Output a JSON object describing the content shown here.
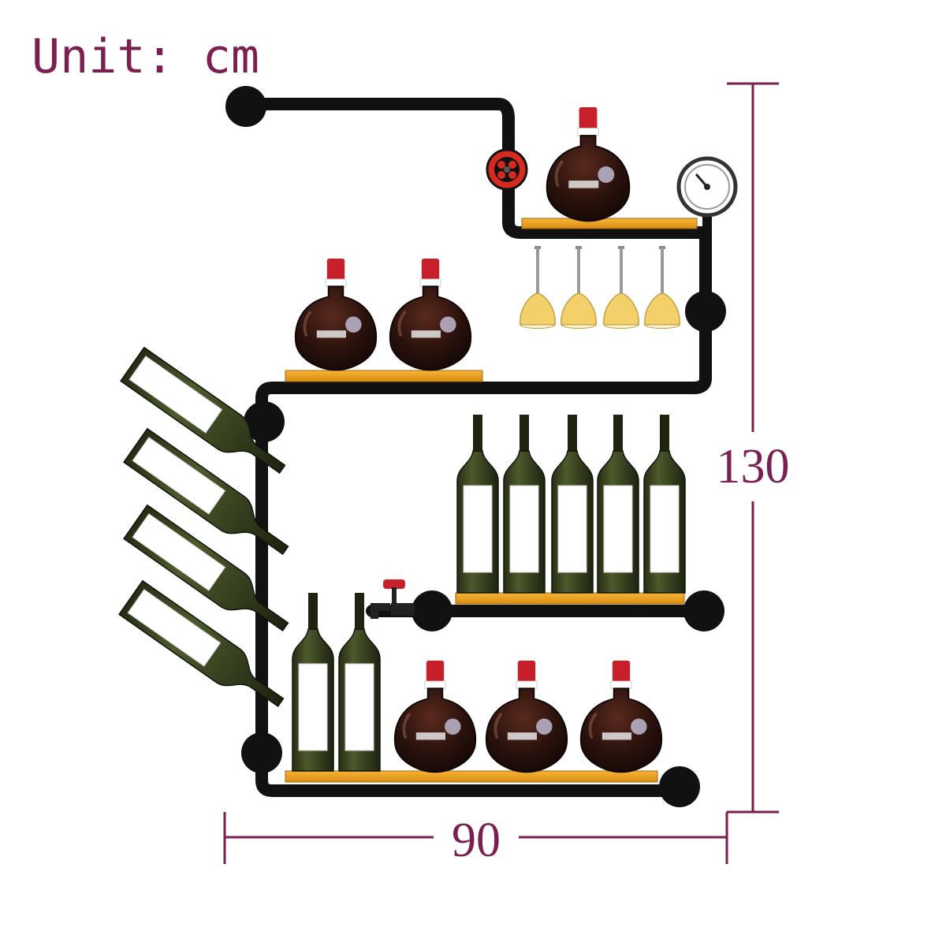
{
  "unit_label": "Unit: cm",
  "dimensions": {
    "height_label": "130",
    "width_label": "90"
  },
  "colors": {
    "pipe": "#111111",
    "shelf_board": "#f0a41e",
    "dimension_line": "#7a1f4f",
    "valve": "#d42a20",
    "wine_bottle_glass": "#3c4722",
    "bottle_label": "#ffffff",
    "decanter_wine": "#3a1a12",
    "bottle_cap": "#c8202a",
    "glass_wine": "#f4d06a"
  },
  "items": {
    "decanters": 6,
    "upright_bottles": 7,
    "angled_bottles": 4,
    "stemware_glasses": 4
  },
  "icons": [
    "pressure-gauge-icon",
    "handwheel-valve-icon",
    "faucet-tap-icon"
  ]
}
